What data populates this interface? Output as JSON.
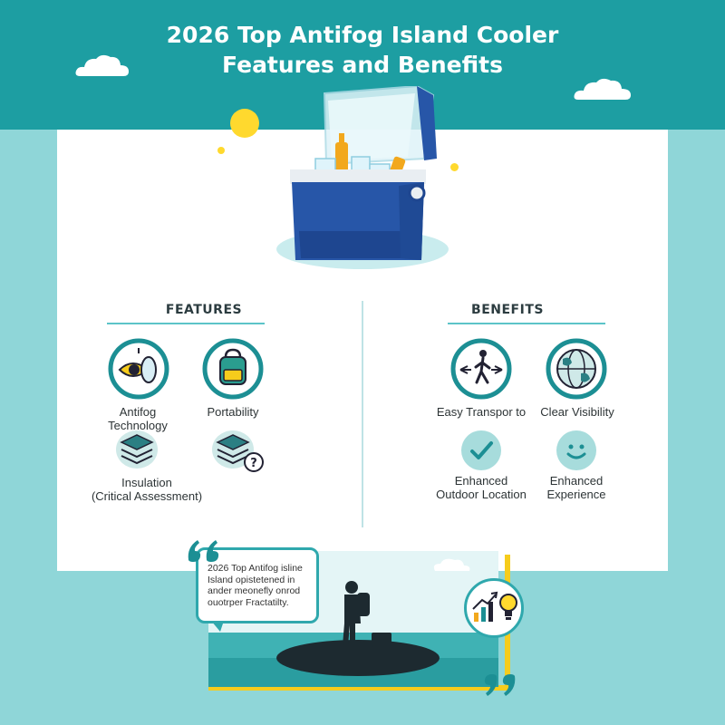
{
  "header": {
    "title_line1": "2026 Top Antifog Island Cooler",
    "title_line2": "Features and Benefits"
  },
  "colors": {
    "header_band": "#1d9ea2",
    "background": "#8fd6d8",
    "cooler_blue": "#2756a8",
    "accent_yellow": "#ffd92e",
    "accent_teal": "#1c8f94"
  },
  "features": {
    "heading": "FEATURES",
    "items": [
      {
        "label_line1": "Antifog",
        "label_line2": "Technology",
        "icon": "eye-lens-icon"
      },
      {
        "label_line1": "Portability",
        "label_line2": "",
        "icon": "backpack-icon"
      },
      {
        "label_line1": "Insulation",
        "label_line2": "(Critical Assessment)",
        "icon": "layers-icon"
      },
      {
        "label_line1": "",
        "label_line2": "",
        "icon": "layers-question-icon"
      }
    ]
  },
  "benefits": {
    "heading": "BENEFITS",
    "items": [
      {
        "label_line1": "Easy Transpor to",
        "label_line2": "",
        "icon": "hiker-icon"
      },
      {
        "label_line1": "Clear Visibility",
        "label_line2": "",
        "icon": "globe-icon"
      },
      {
        "label_line1": "Enhanced",
        "label_line2": "Outdoor Location",
        "icon": "checkmark-icon"
      },
      {
        "label_line1": "Enhanced",
        "label_line2": "Experience",
        "icon": "smiley-icon"
      }
    ]
  },
  "testimonial": {
    "line1": "2026 Top Antifog isline",
    "line2": "Island opistetened in",
    "line3": "ander meonefly onrod",
    "line4": "ouotrper Fractatilty."
  }
}
